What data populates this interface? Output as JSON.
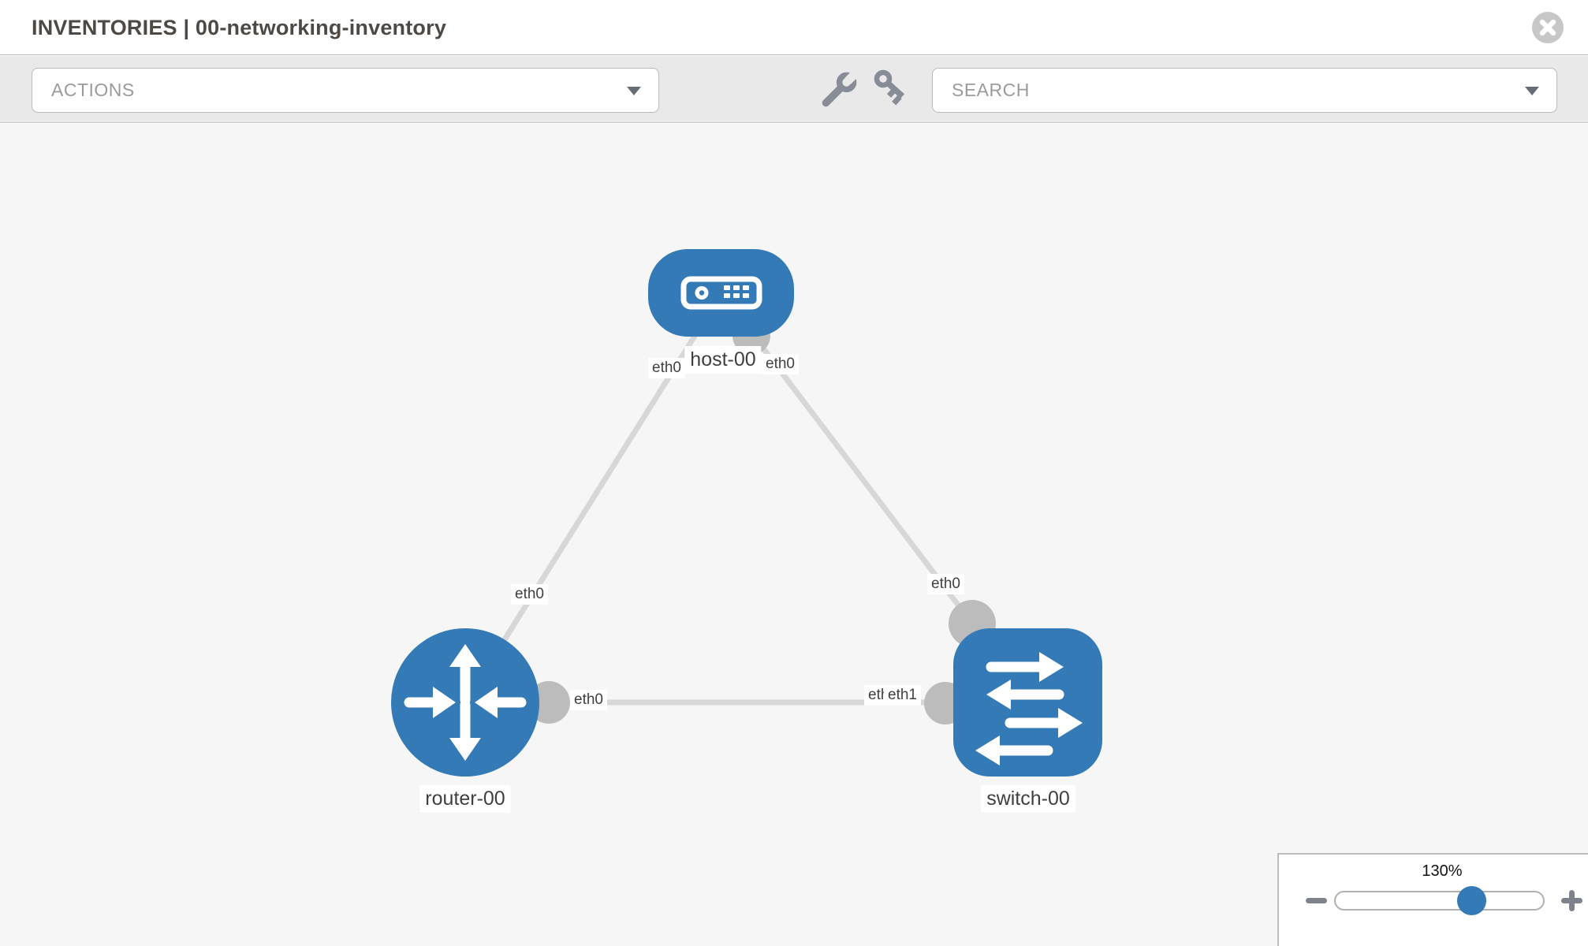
{
  "header": {
    "title": "INVENTORIES | 00-networking-inventory"
  },
  "toolbar": {
    "actions_label": "ACTIONS",
    "search_placeholder": "SEARCH",
    "tool_icons": [
      "wrench-icon",
      "key-icon"
    ]
  },
  "topology": {
    "nodes": [
      {
        "id": "host-00",
        "label": "host-00",
        "type": "host",
        "icon": "server-icon"
      },
      {
        "id": "router-00",
        "label": "router-00",
        "type": "router",
        "icon": "router-icon"
      },
      {
        "id": "switch-00",
        "label": "switch-00",
        "type": "switch",
        "icon": "switch-icon"
      }
    ],
    "links": [
      {
        "from": "host-00",
        "from_label": "eth0",
        "to": "router-00",
        "to_label": "eth0"
      },
      {
        "from": "host-00",
        "from_label": "eth0",
        "to": "switch-00",
        "to_label": "eth0"
      },
      {
        "from": "router-00",
        "from_label": "eth0",
        "to": "switch-00",
        "to_labels_overlapping": [
          "eth0",
          "eth1"
        ]
      }
    ]
  },
  "zoom_control": {
    "value": "130%"
  },
  "colors": {
    "accent_blue": "#337ab7",
    "link_gray": "#d7d7d7",
    "interface_gray": "#bcbcbc",
    "toolbar_bg": "#e9e9e9",
    "canvas_bg": "#f6f6f6"
  }
}
